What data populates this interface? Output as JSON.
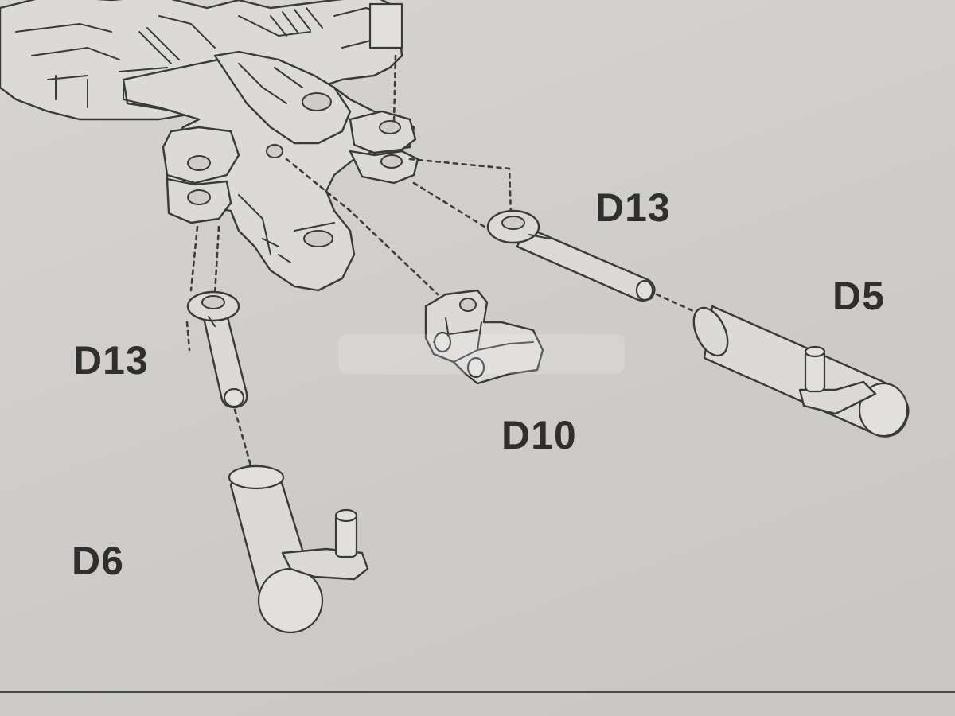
{
  "labels": {
    "d13_top": "D13",
    "d5": "D5",
    "d13_left": "D13",
    "d10": "D10",
    "d6": "D6"
  },
  "colors": {
    "paper": "#d3d1ce",
    "line": "#3a3a3a",
    "label": "#2f2f2f"
  }
}
